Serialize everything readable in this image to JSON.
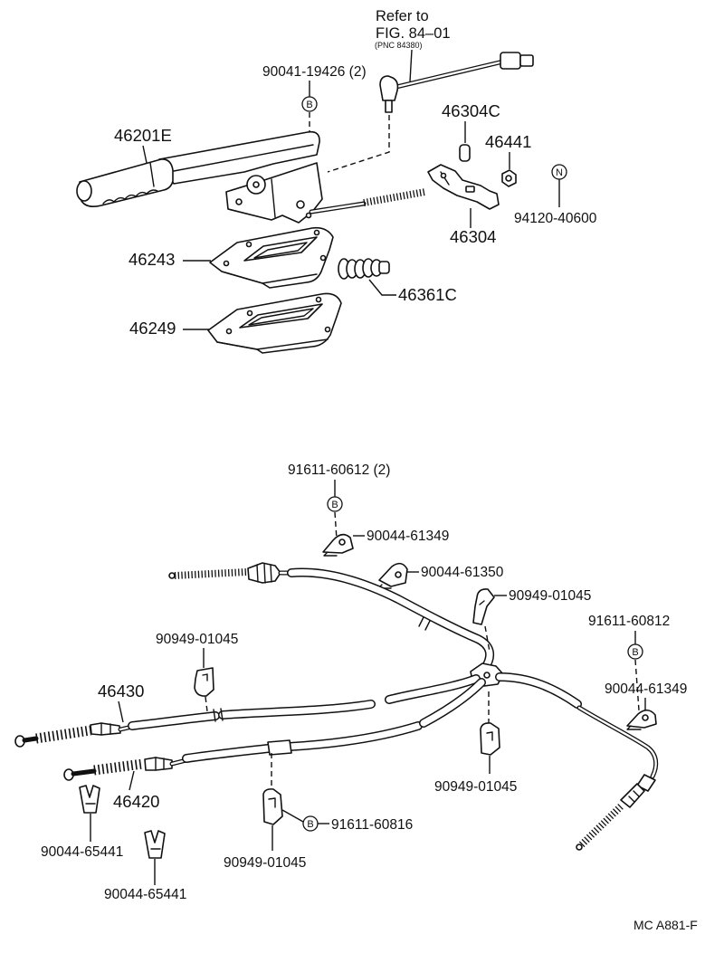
{
  "figure_code": "MC A881-F",
  "upper": {
    "refer_to": "Refer to",
    "fig_ref": "FIG. 84–01",
    "pnc_ref": "(PNC 84380)",
    "bolt_label": "90041-19426 (2)",
    "bolt_marker": "B",
    "lever_label": "46201E",
    "nut_46304c_label": "46304C",
    "nut_46441_label": "46441",
    "nut_marker": "N",
    "nut_94120_label": "94120-40600",
    "equalizer_label": "46304",
    "boot_label": "46243",
    "grommet_label": "46361C",
    "plate_label": "46249"
  },
  "lower": {
    "bolt_top_label": "91611-60612 (2)",
    "bolt_top_marker": "B",
    "clamp_top_label": "90044-61349",
    "clamp_61350_label": "90044-61350",
    "clip_upper_right_label": "90949-01045",
    "bolt_right_label": "91611-60812",
    "bolt_right_marker": "B",
    "clamp_right_label": "90044-61349",
    "clip_left_label": "90949-01045",
    "cable_46430_label": "46430",
    "clip_center_label": "90949-01045",
    "cable_46420_label": "46420",
    "bolt_bottom_marker": "B",
    "bolt_bottom_label": "91611-60816",
    "clip_bottom_label": "90949-01045",
    "u_clip_1_label": "90044-65441",
    "u_clip_2_label": "90044-65441"
  }
}
